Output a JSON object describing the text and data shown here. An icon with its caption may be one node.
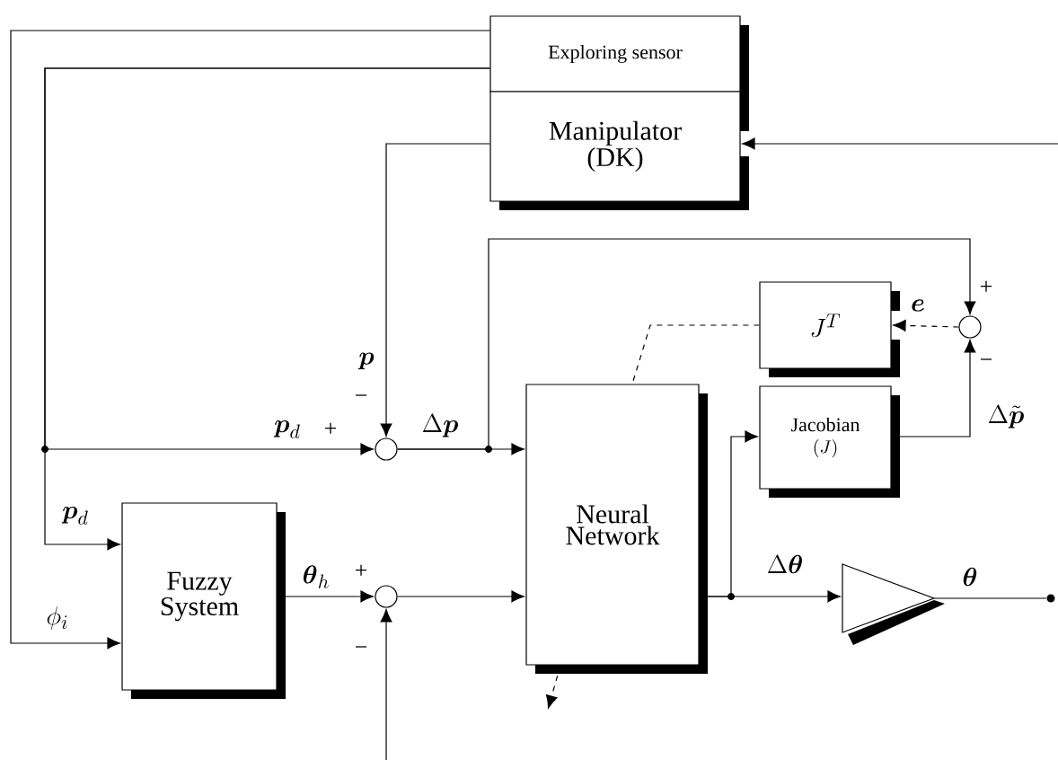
{
  "diagram": {
    "nodes": [
      {
        "text": [
          "Exploring sensor"
        ]
      },
      {
        "text": [
          "Manipulator (DK)"
        ]
      },
      {
        "text": [
          "J^T"
        ]
      },
      {
        "text": [
          "Jacobian",
          "(J)"
        ]
      },
      {
        "text": [
          "Fuzzy System"
        ]
      },
      {
        "text": [
          "Neural Network"
        ]
      },
      {
        "text": [],
        "shape": "circle"
      },
      {
        "text": [],
        "shape": "circle"
      },
      {
        "text": [],
        "shape": "circle"
      },
      {
        "text": [],
        "shape": "triangle"
      },
      {
        "text": [],
        "shape": "dot"
      }
    ],
    "edges": [
      {
        "from": 0,
        "to": 4,
        "arrow": "to",
        "label": "\\phi_i"
      },
      {
        "from": 0,
        "to": 7,
        "arrow": "to",
        "label": "\\boldsymbol{p}_d"
      },
      {
        "from": 0,
        "to": 4,
        "arrow": "to",
        "label": "\\boldsymbol{p}_d"
      },
      {
        "from": 1,
        "to": 7,
        "arrow": "to",
        "label": "\\boldsymbol{p}"
      },
      {
        "from": null,
        "to": 1,
        "arrow": "to"
      },
      {
        "from": 7,
        "to": 5,
        "arrow": "to",
        "label": "\\Delta\\boldsymbol{p}"
      },
      {
        "from": 7,
        "to": 6,
        "arrow": "to"
      },
      {
        "from": 3,
        "to": 6,
        "arrow": "to",
        "label": "\\Delta\\tilde{\\boldsymbol{p}}"
      },
      {
        "from": 6,
        "to": 2,
        "arrow": "to",
        "style": "dashed",
        "label": "\\boldsymbol{e}"
      },
      {
        "from": 2,
        "to": 5,
        "arrow": "none",
        "style": "dashed"
      },
      {
        "from": 4,
        "to": 8,
        "arrow": "to",
        "label": "\\boldsymbol{\\theta}_h"
      },
      {
        "from": null,
        "to": 8,
        "arrow": "to"
      },
      {
        "from": 8,
        "to": 5,
        "arrow": "to"
      },
      {
        "from": 5,
        "to": 9,
        "arrow": "to",
        "label": "\\Delta\\boldsymbol{\\theta}"
      },
      {
        "from": 5,
        "to": 3,
        "arrow": "to"
      },
      {
        "from": 9,
        "to": 10,
        "arrow": "none",
        "label": "\\boldsymbol{\\theta}"
      },
      {
        "from": 5,
        "to": null,
        "arrow": "to",
        "style": "dashed"
      }
    ],
    "labels": [
      "+",
      "−",
      "−",
      "+",
      "+",
      "−"
    ]
  }
}
